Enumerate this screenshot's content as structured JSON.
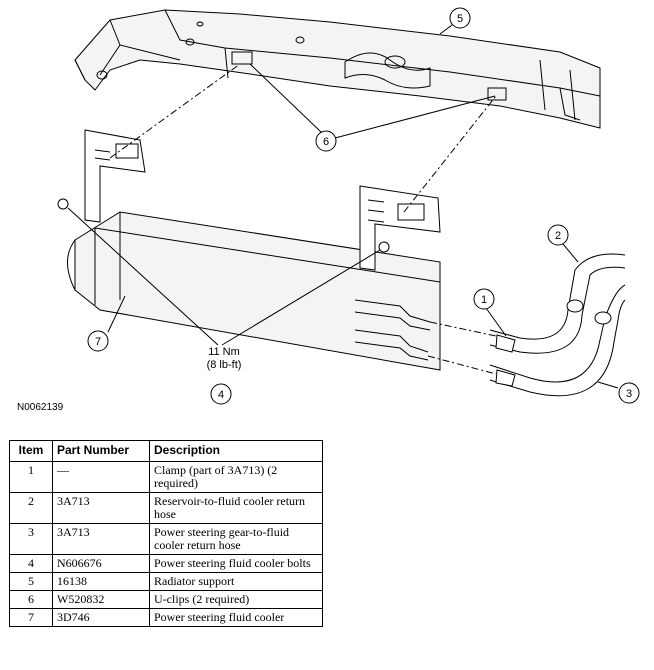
{
  "figure": {
    "id_label": "N0062139",
    "torque_value": "11 Nm",
    "torque_imperial": "(8 lb-ft)",
    "callouts": [
      "1",
      "2",
      "3",
      "4",
      "5",
      "6",
      "7"
    ]
  },
  "parts_table": {
    "headers": {
      "item": "Item",
      "part_number": "Part Number",
      "description": "Description"
    },
    "rows": [
      {
        "item": "1",
        "part_number": "—",
        "description": "Clamp (part of 3A713) (2 required)"
      },
      {
        "item": "2",
        "part_number": "3A713",
        "description": "Reservoir-to-fluid cooler return hose"
      },
      {
        "item": "3",
        "part_number": "3A713",
        "description": "Power steering gear-to-fluid cooler return hose"
      },
      {
        "item": "4",
        "part_number": "N606676",
        "description": "Power steering fluid cooler bolts"
      },
      {
        "item": "5",
        "part_number": "16138",
        "description": "Radiator support"
      },
      {
        "item": "6",
        "part_number": "W520832",
        "description": "U-clips (2 required)"
      },
      {
        "item": "7",
        "part_number": "3D746",
        "description": "Power steering fluid cooler"
      }
    ]
  }
}
